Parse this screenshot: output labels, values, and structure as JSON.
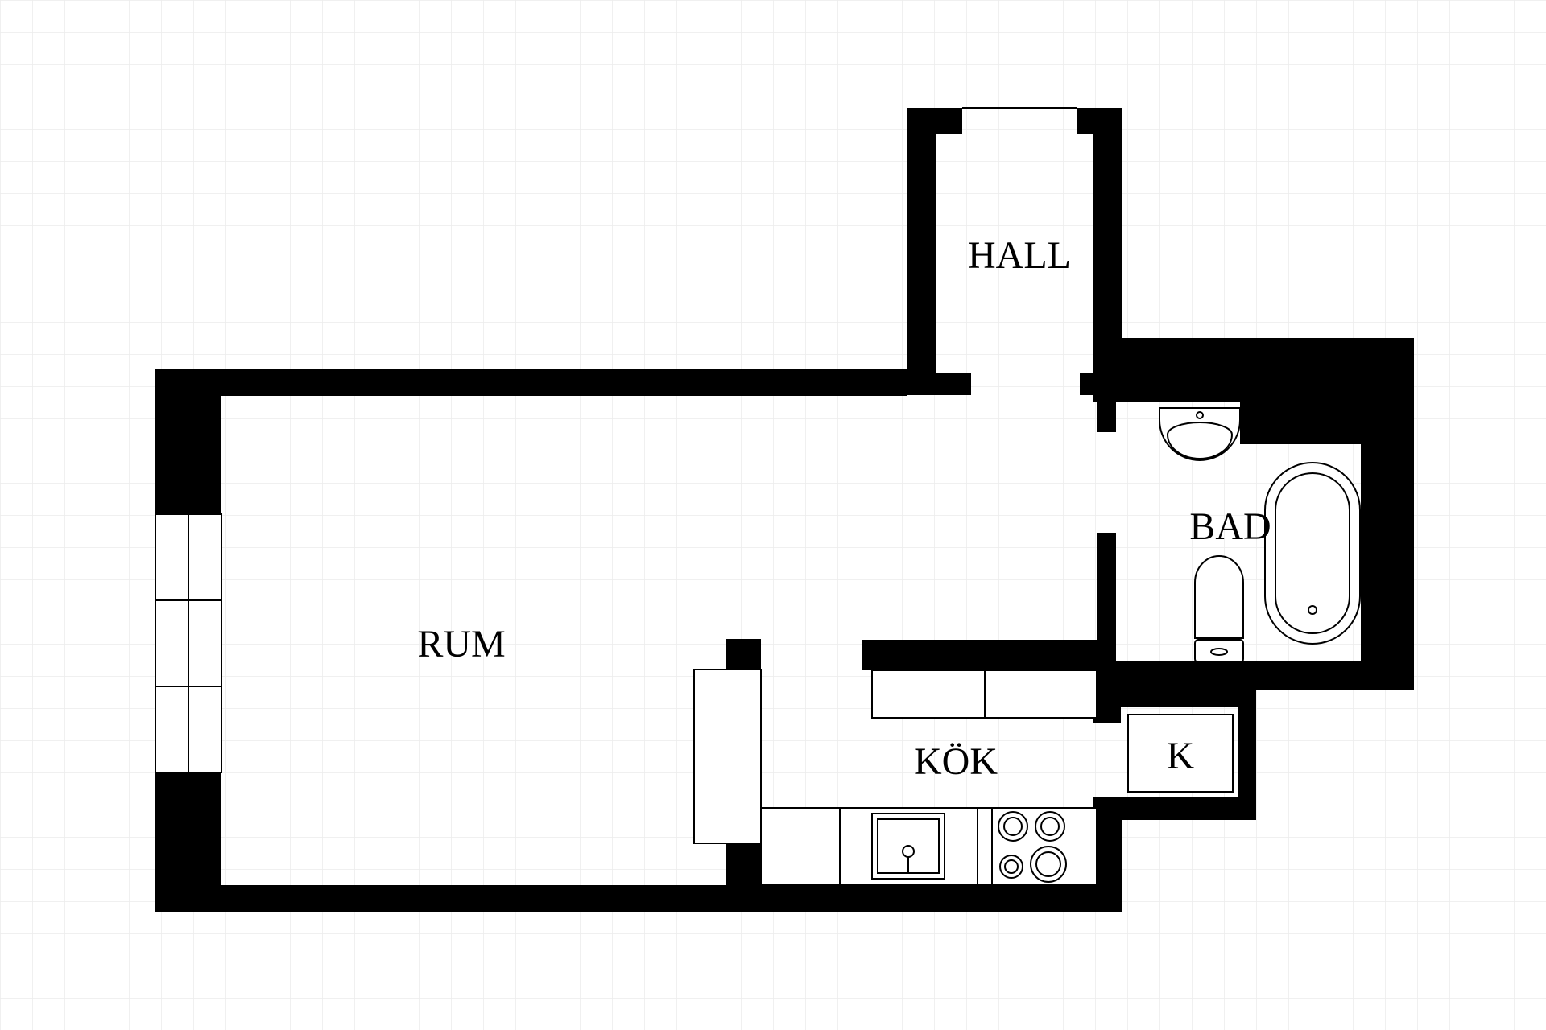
{
  "rooms": {
    "hall": "HALL",
    "bad": "BAD",
    "rum": "RUM",
    "kok": "KÖK",
    "closet": "K"
  },
  "colors": {
    "wall": "#000000",
    "grid": "#ececec",
    "background": "#ffffff"
  },
  "fixtures": [
    "sink",
    "bathtub",
    "toilet",
    "kitchen-sink",
    "stove",
    "window",
    "wardrobe",
    "kitchen-counter"
  ]
}
